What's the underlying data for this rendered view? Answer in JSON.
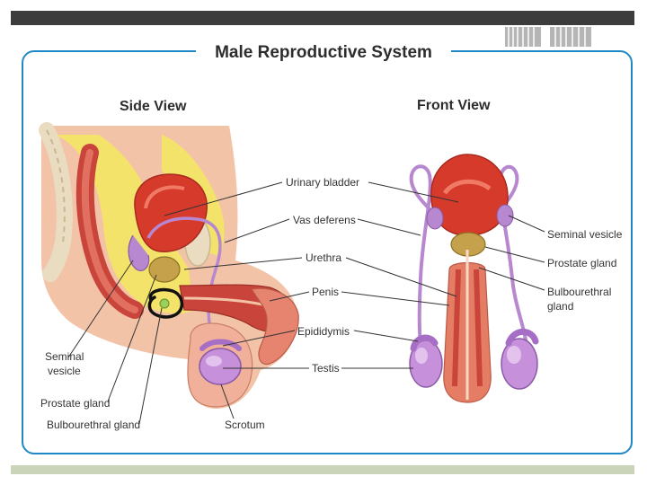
{
  "title": "Male Reproductive System",
  "side_view": {
    "heading": "Side View",
    "labels": {
      "seminal_vesicle_line1": "Seminal",
      "seminal_vesicle_line2": "vesicle",
      "prostate_gland": "Prostate gland",
      "bulbourethral_gland": "Bulbourethral gland",
      "scrotum": "Scrotum"
    }
  },
  "center_labels": {
    "urinary_bladder": "Urinary bladder",
    "vas_deferens": "Vas deferens",
    "urethra": "Urethra",
    "penis": "Penis",
    "epididymis": "Epididymis",
    "testis": "Testis"
  },
  "front_view": {
    "heading": "Front View",
    "labels": {
      "seminal_vesicle": "Seminal vesicle",
      "prostate_gland": "Prostate gland",
      "bulbourethral_line1": "Bulbourethral",
      "bulbourethral_line2": "gland"
    }
  },
  "colors": {
    "frame": "#1f89c7",
    "tissue": "#f3c3a8",
    "fat": "#f4e36a",
    "muscle": "#c9443a",
    "bladder": "#d63a2b",
    "purple": "#b787d0",
    "bone": "#e9dcc0",
    "annotation_circle": "#111111"
  }
}
